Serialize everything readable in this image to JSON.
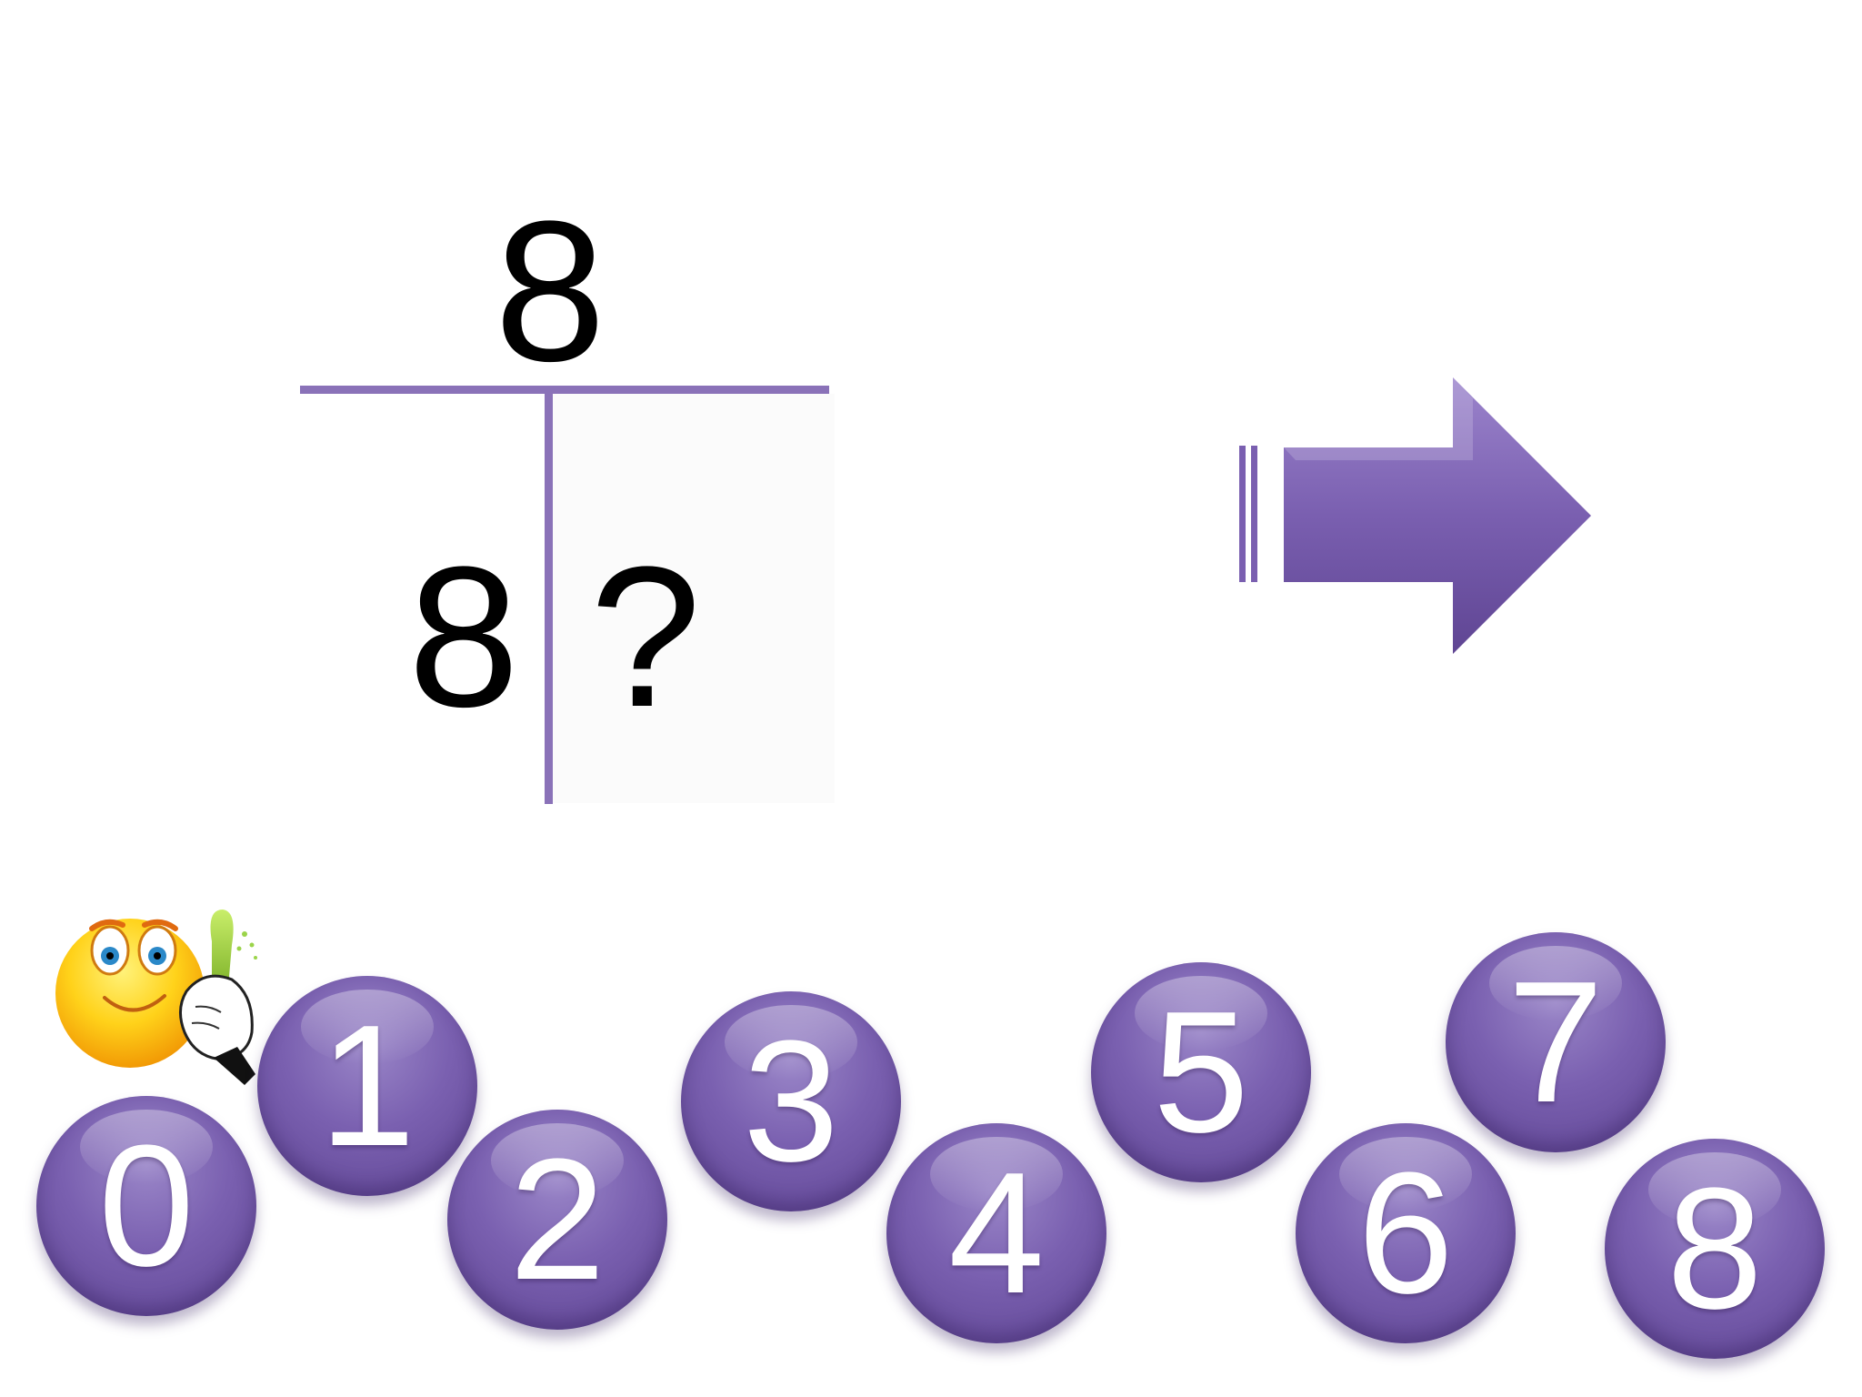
{
  "puzzle": {
    "total": "8",
    "known_part": "8",
    "unknown_part": "?"
  },
  "navigation": {
    "next_icon": "arrow-right-icon"
  },
  "answer_choices": [
    {
      "label": "0"
    },
    {
      "label": "1"
    },
    {
      "label": "2"
    },
    {
      "label": "3"
    },
    {
      "label": "4"
    },
    {
      "label": "5"
    },
    {
      "label": "6"
    },
    {
      "label": "7"
    },
    {
      "label": "8"
    }
  ],
  "decoration": {
    "mascot_icon": "smiley-thumbs-up-icon"
  },
  "colors": {
    "accent": "#7a60b0",
    "line": "#8a72b8",
    "text": "#000000",
    "ball_text": "#ffffff"
  }
}
